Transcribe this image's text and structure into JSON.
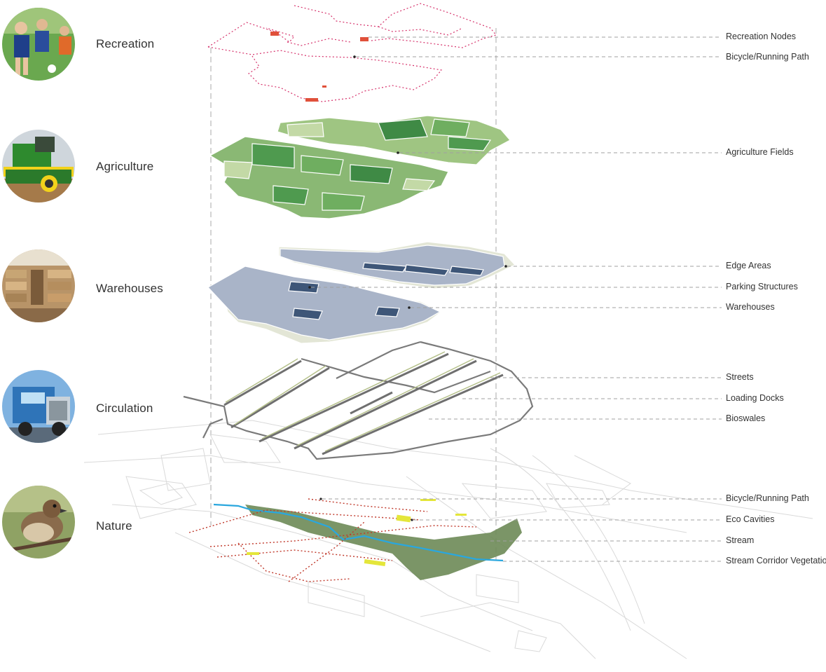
{
  "layers": [
    {
      "label": "Recreation",
      "icon": "children-soccer-photo"
    },
    {
      "label": "Agriculture",
      "icon": "combine-harvester-photo"
    },
    {
      "label": "Warehouses",
      "icon": "warehouse-interior-photo"
    },
    {
      "label": "Circulation",
      "icon": "semi-truck-photo"
    },
    {
      "label": "Nature",
      "icon": "sparrow-bird-photo"
    }
  ],
  "annotations": {
    "recreation": [
      "Recreation Nodes",
      "Bicycle/Running Path"
    ],
    "agriculture": [
      "Agriculture Fields"
    ],
    "warehouses": [
      "Edge Areas",
      "Parking Structures",
      "Warehouses"
    ],
    "circulation": [
      "Streets",
      "Loading Docks",
      "Bioswales"
    ],
    "nature": [
      "Bicycle/Running Path",
      "Eco Cavities",
      "Stream",
      "Stream Corridor Vegetation"
    ]
  },
  "colors": {
    "recreation_path": "#d6336c",
    "recreation_node": "#e0503a",
    "field_light": "#b9d39a",
    "field_mid": "#7fb36a",
    "field_dark": "#3f8a45",
    "warehouse": "#a9b4c8",
    "warehouse_dark": "#3e5678",
    "edge_area": "#e3e6d6",
    "street": "#7a7a7a",
    "bioswale": "#8d9a6a",
    "stream": "#2aa7de",
    "eco_cavity": "#e4e63a",
    "nature_path": "#c0392b",
    "vegetation": "#5f7f4c",
    "leader_line": "#9a9a9a"
  }
}
